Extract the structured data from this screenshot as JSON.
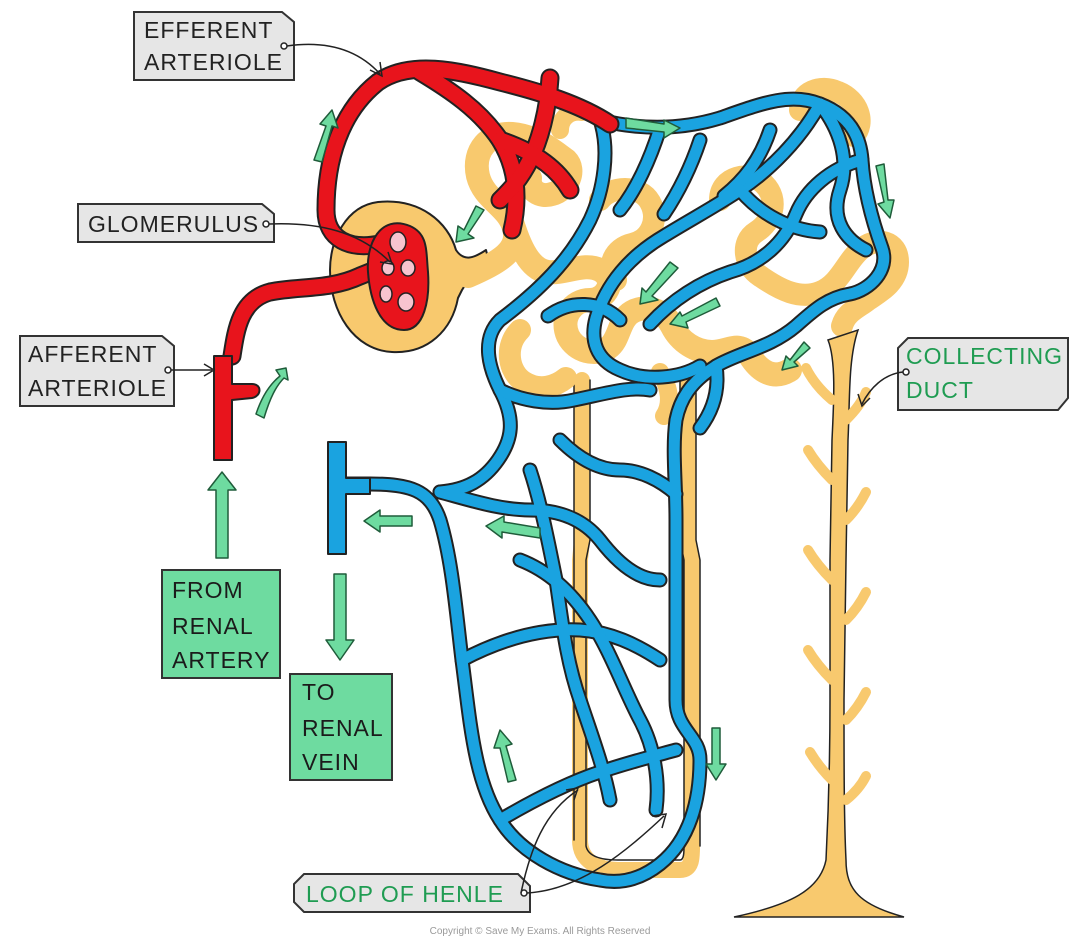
{
  "labels": {
    "efferent_arteriole": [
      "EFFERENT",
      "ARTERIOLE"
    ],
    "glomerulus": "GLOMERULUS",
    "afferent_arteriole": [
      "AFFERENT",
      "ARTERIOLE"
    ],
    "from_renal_artery": [
      "FROM",
      "RENAL",
      "ARTERY"
    ],
    "to_renal_vein": [
      "TO",
      "RENAL",
      "VEIN"
    ],
    "collecting_duct": [
      "COLLECTING",
      "DUCT"
    ],
    "loop_of_henle": "LOOP OF HENLE"
  },
  "copyright": "Copyright © Save My Exams. All Rights Reserved",
  "colors": {
    "artery_red": "#e8141c",
    "vein_blue": "#1aa3e0",
    "tubule_tan": "#f8c96e",
    "label_green": "#6edba0",
    "label_grey": "#e6e6e6",
    "arrow_green": "#6edba0"
  }
}
